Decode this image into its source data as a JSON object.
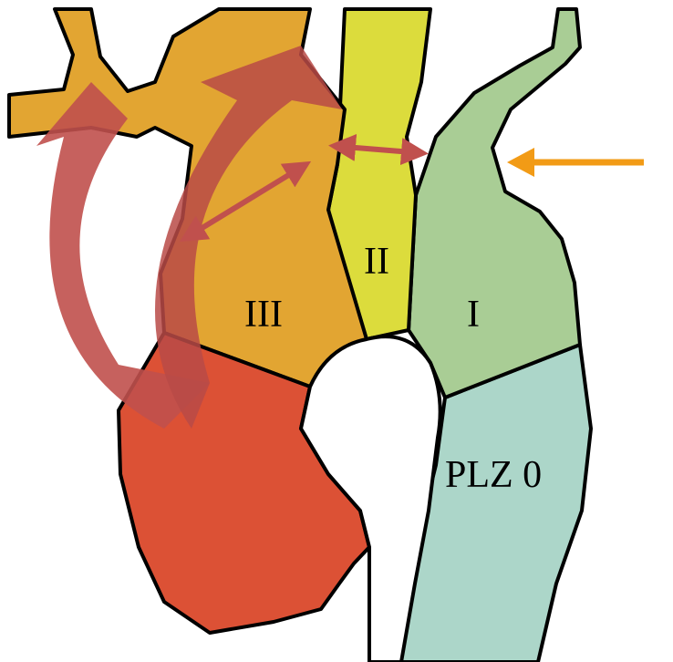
{
  "labels": {
    "zone_1": "I",
    "zone_2": "II",
    "zone_3": "III",
    "zone_0": "PLZ 0"
  },
  "colors": {
    "zone_0": "#acd6c9",
    "zone_1": "#a9cd95",
    "zone_2": "#dcdc3c",
    "zone_3": "#e2a532",
    "root": "#dc5135",
    "curved_arrow": "#c0504d",
    "orange_arrow": "#f29b16",
    "outline": "#000000"
  }
}
